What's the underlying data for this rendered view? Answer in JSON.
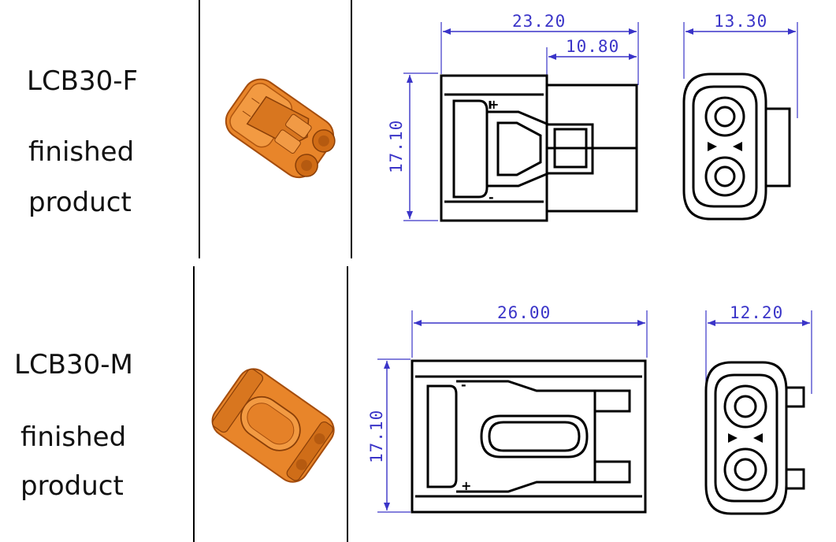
{
  "rows": [
    {
      "model": "LCB30-F",
      "caption_line1": "finished",
      "caption_line2": "product",
      "dims": {
        "front_length": "23.20",
        "front_inner": "10.80",
        "front_height": "17.10",
        "end_width": "13.30"
      }
    },
    {
      "model": "LCB30-M",
      "caption_line1": "finished",
      "caption_line2": "product",
      "dims": {
        "front_length": "26.00",
        "front_height": "17.10",
        "end_width": "12.20"
      }
    }
  ],
  "colors": {
    "dimension": "#3a34c8",
    "connector_body": "#e8852a",
    "outline": "#000000",
    "divider": "#000000"
  }
}
